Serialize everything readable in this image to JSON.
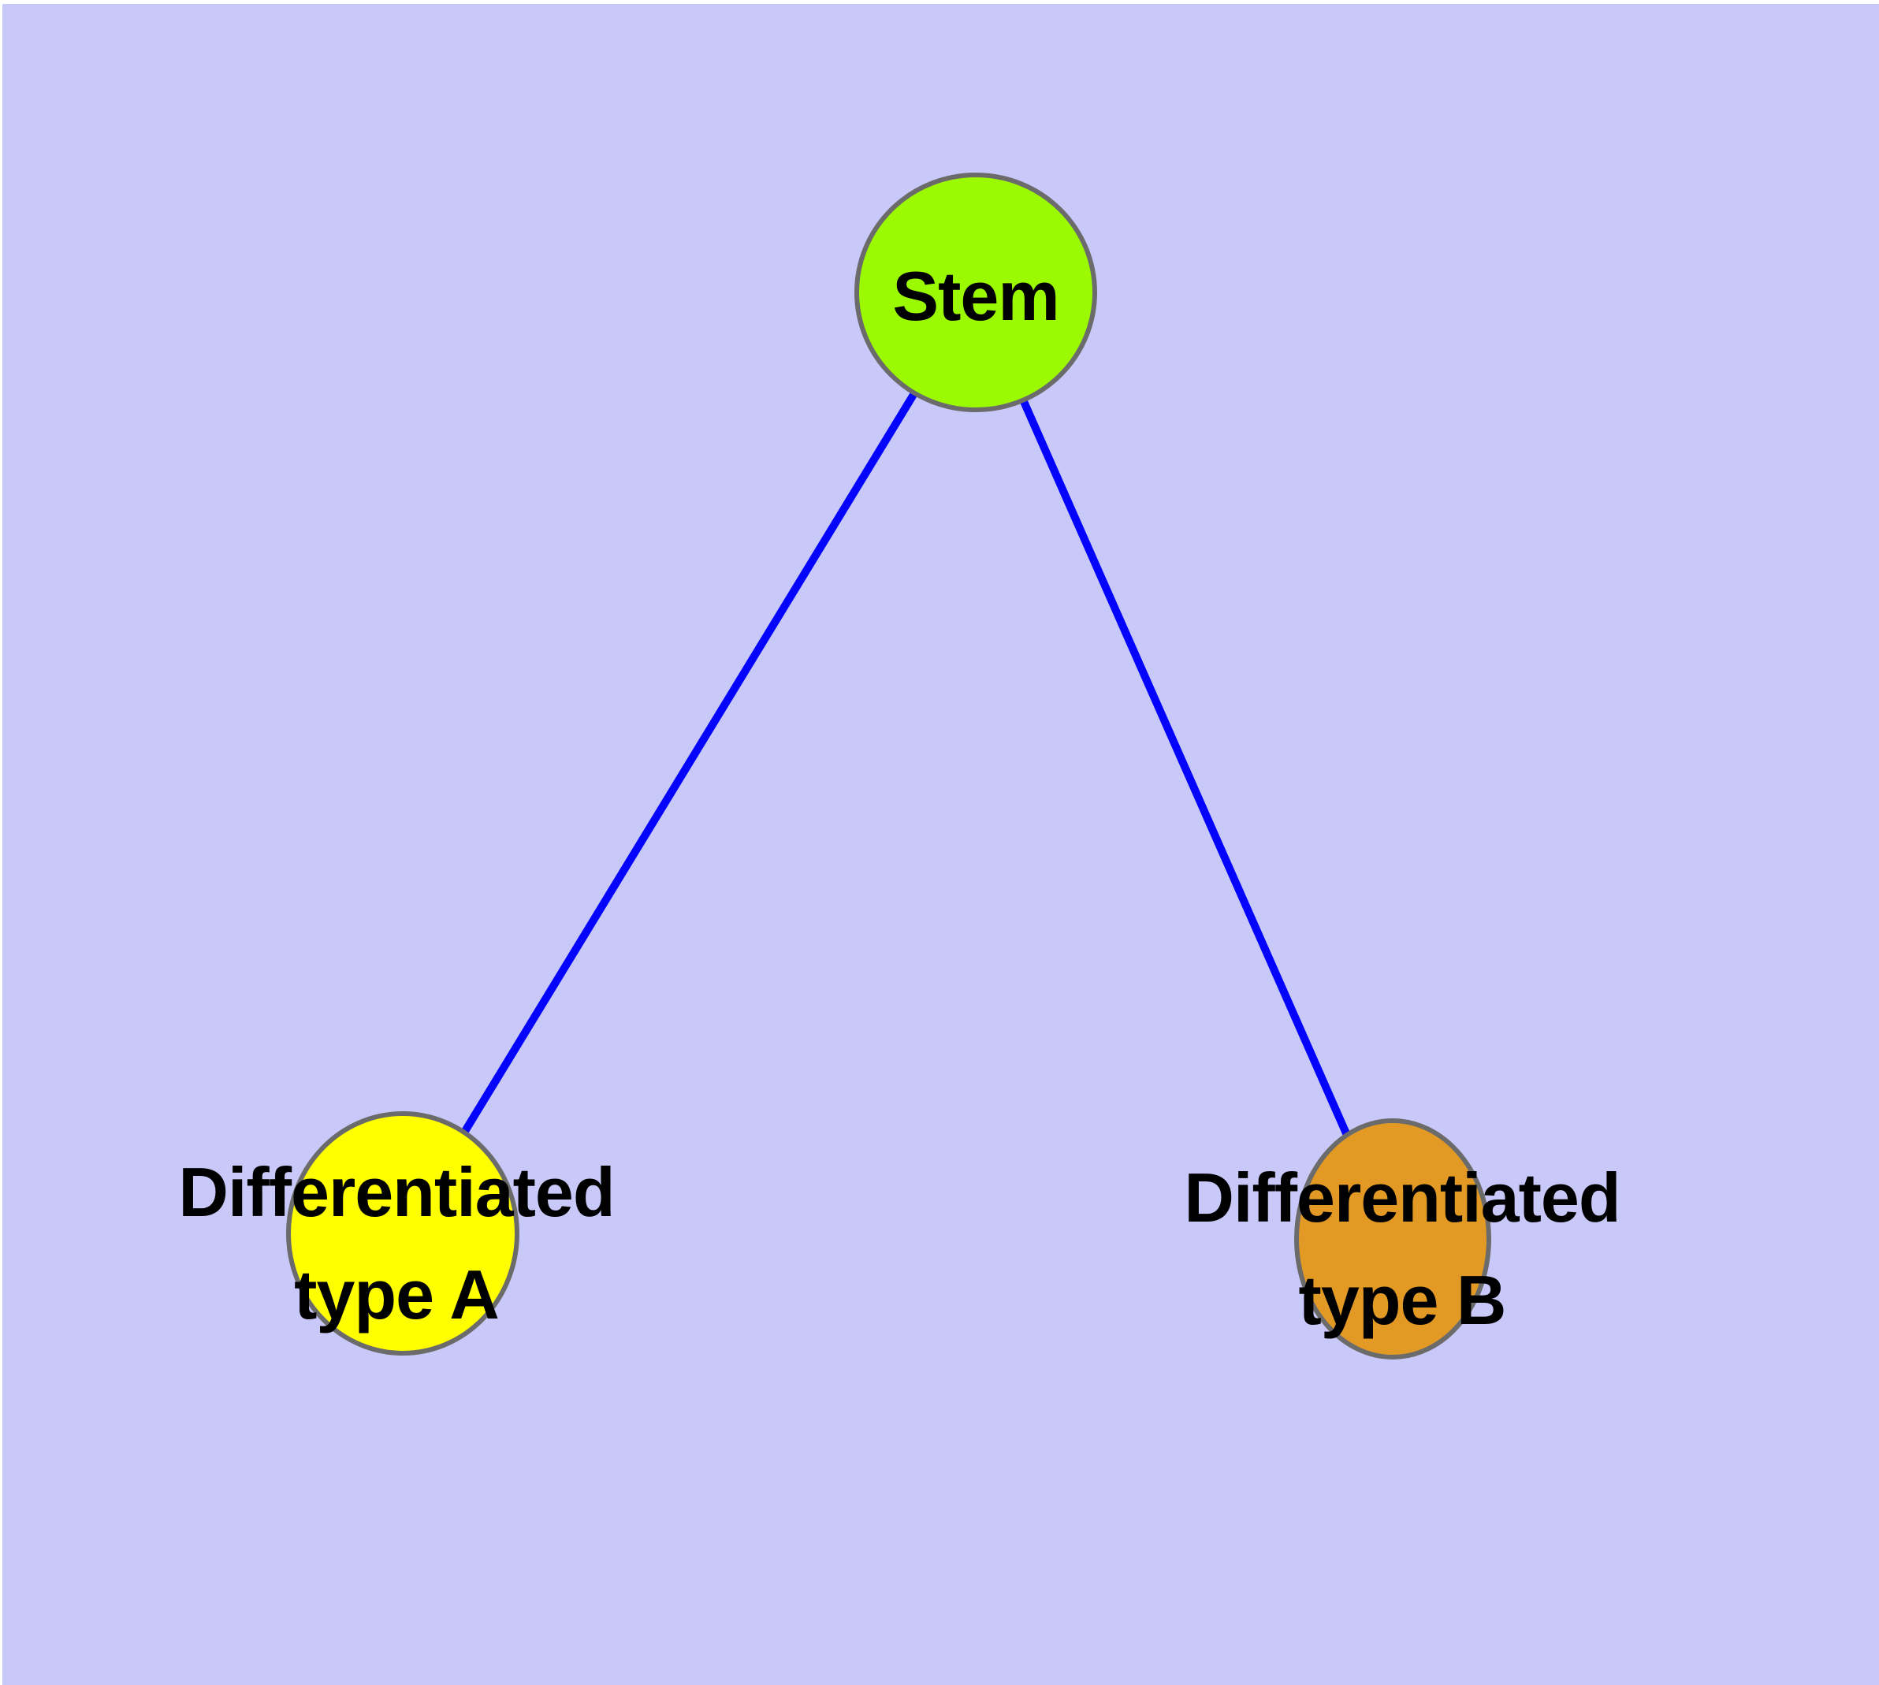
{
  "diagram": {
    "type": "node-link-graph",
    "subject": "stem cell differentiation graph",
    "frame_color": "#ffffff",
    "background_color": "#c9c9f9",
    "edge_color": "#0404fc",
    "node_border_color": "#6b6b6b",
    "label_color": "#000000",
    "nodes": [
      {
        "id": "stem",
        "label": "Stem",
        "lines": [
          "Stem"
        ],
        "fill": "#9bfa02"
      },
      {
        "id": "differentiated-type-a",
        "label": "Differentiated type A",
        "lines": [
          "Differentiated",
          "type A"
        ],
        "fill": "#ffff00"
      },
      {
        "id": "differentiated-type-b",
        "label": "Differentiated type B",
        "lines": [
          "Differentiated",
          "type B"
        ],
        "fill": "#e29a25"
      }
    ],
    "edges": [
      {
        "from": "Stem",
        "to": "Differentiated type A"
      },
      {
        "from": "Stem",
        "to": "Differentiated type B"
      }
    ]
  }
}
